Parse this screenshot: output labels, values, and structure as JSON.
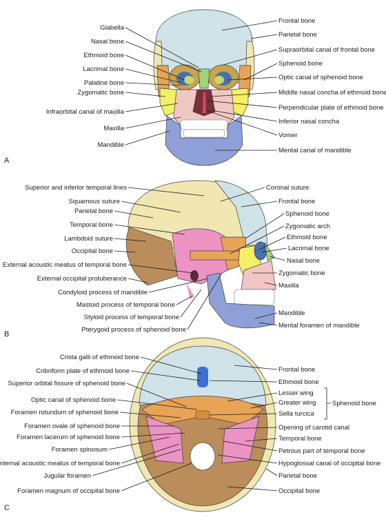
{
  "colors": {
    "frontal": "#cfe3e8",
    "parietal": "#f1e7b2",
    "temporal": "#ec93c4",
    "occipital": "#bb8d5b",
    "sphenoid": "#e8a356",
    "ethmoid": "#c7d96a",
    "zygomatic": "#f4f064",
    "maxilla": "#f0c7c3",
    "mandible": "#8fa0d8",
    "nasal": "#9fd47a",
    "vomer": "#d04b6a",
    "teeth": "#ffffff"
  },
  "panels": [
    {
      "id": "A",
      "left_labels": [
        "Glabella",
        "Nasal bone",
        "Ethmoid bone",
        "Lacrimal bone",
        "Palatine bone",
        "Zygomatic bone",
        "Infraorbital canal of maxilla",
        "Maxilla",
        "Mandible"
      ],
      "right_labels": [
        "Frontal bone",
        "Parietal bone",
        "Supraorbital canal of frontal bone",
        "Sphenoid bone",
        "Optic canal of sphenoid bone",
        "Middle nasal concha of ethmoid bone",
        "Perpendicular plate of ethmoid bone",
        "Inferior nasal concha",
        "Vomer",
        "Mental canal of mandible"
      ]
    },
    {
      "id": "B",
      "left_labels": [
        "Superior and inferior temporal lines",
        "Squamous suture",
        "Parietal bone",
        "Temporal bone",
        "Lambdoid suture",
        "Occipital bone",
        "External acoustic meatus of temporal bone",
        "External occipital protuberance",
        "Condyloid process of mandible",
        "Mastoid process of temporal bone",
        "Styloid process of temporal bone",
        "Pterygoid process of sphenoid bone"
      ],
      "right_labels": [
        "Coronal suture",
        "Frontal bone",
        "Sphenoid bone",
        "Zygomatic arch",
        "Ethmoid bone",
        "Lacrimal bone",
        "Nasal bone",
        "Zygomatic bone",
        "Maxilla",
        "Mandible",
        "Mental foramen of mandible"
      ]
    },
    {
      "id": "C",
      "left_labels": [
        "Crista galli of ethmoid bone",
        "Cribriform plate of ethmoid bone",
        "Superior orbital fissure of sphenoid bone",
        "Optic canal of sphenoid bone",
        "Foramen rotundum of sphenoid bone",
        "Foramen ovale of sphenoid bone",
        "Foramen lacerum of sphenoid bone",
        "Foramen spinosum",
        "Internal acoustic meatus of temporal bone",
        "Jugular foramen",
        "Foramen magnum of occipital bone"
      ],
      "right_labels": [
        "Frontal bone",
        "Ethmoid bone",
        "Lesser wing",
        "Greater wing",
        "Sella turcica",
        "Opening of carotid canal",
        "Temporal bone",
        "Petrous part of temporal bone",
        "Hypoglossal canal of occipital bone",
        "Parietal bone",
        "Occipital bone"
      ],
      "bracket_label": "Sphenoid bone"
    }
  ]
}
